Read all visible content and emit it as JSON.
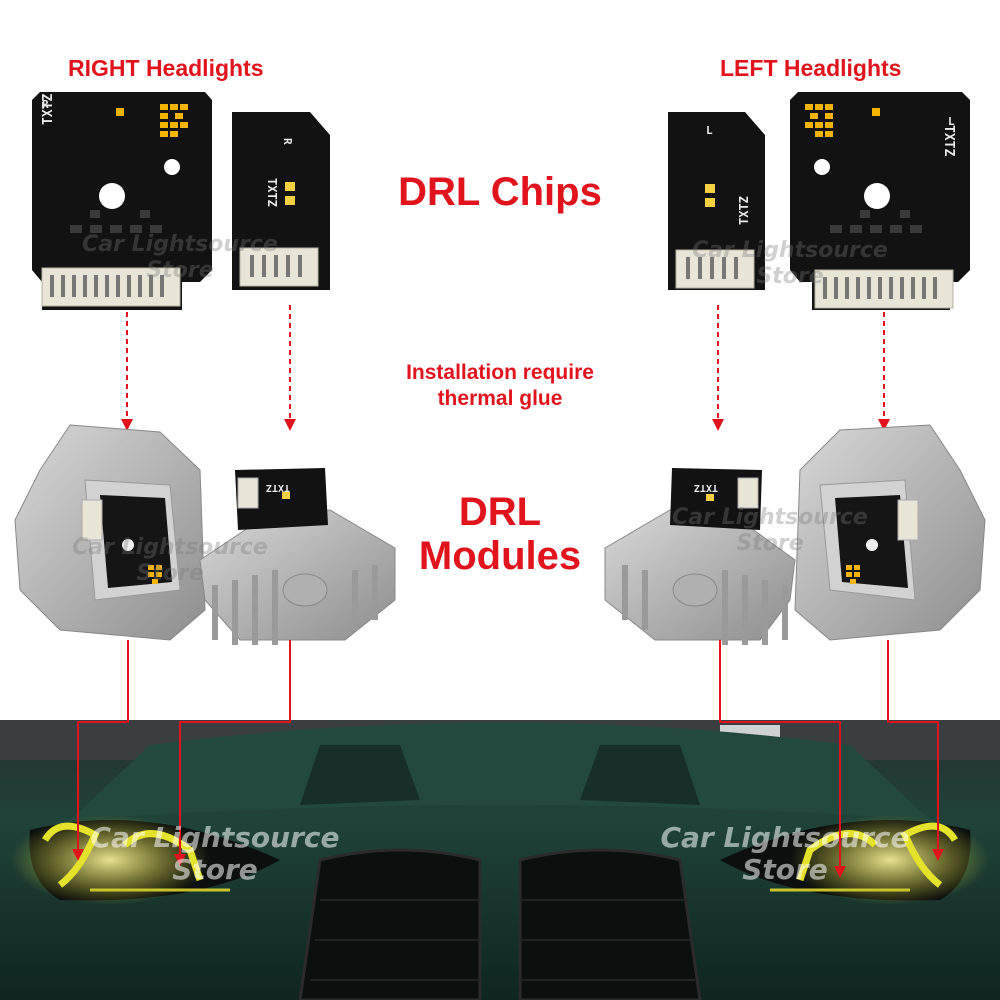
{
  "headings": {
    "right": "RIGHT Headlights",
    "left": "LEFT Headlights"
  },
  "center": {
    "chips": "DRL Chips",
    "modules_line1": "DRL",
    "modules_line2": "Modules",
    "note_line1": "Installation require",
    "note_line2": "thermal glue"
  },
  "pcb_text": {
    "brand": "TXTZ",
    "right_mark": "R",
    "left_mark": "L"
  },
  "watermark": {
    "line1": "Car Lightsource",
    "line2": "Store"
  },
  "colors": {
    "accent": "#e1141e",
    "pcb": "#121212",
    "led": "#f5b400",
    "metal": "#b9b9b9",
    "car_body": "#1b3b33",
    "drl_glow": "#e4e22a"
  }
}
